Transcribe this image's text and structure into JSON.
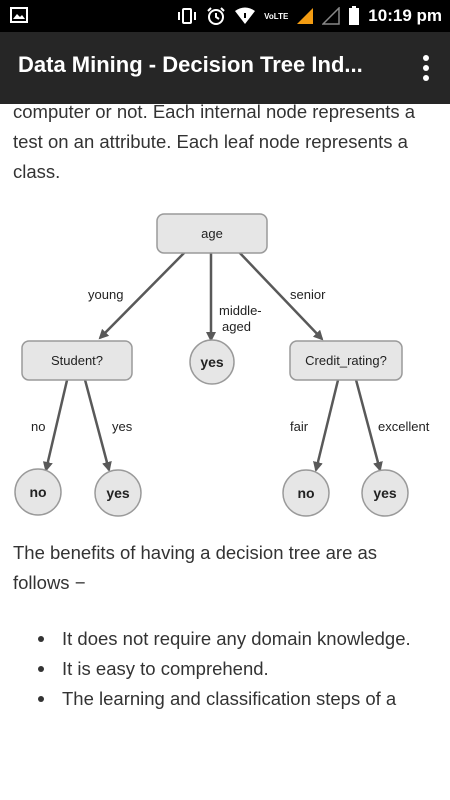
{
  "status": {
    "network": "VoLTE",
    "time": "10:19 pm"
  },
  "app_bar": {
    "title": "Data Mining - Decision Tree Ind..."
  },
  "content": {
    "intro_text": "computer or not. Each internal node represents a test on an attribute. Each leaf node represents a class.",
    "benefits_intro": "The benefits of having a decision tree are as follows −",
    "bullets": [
      "It does not require any domain knowledge.",
      "It is easy to comprehend.",
      "The learning and classification steps of a"
    ]
  },
  "tree": {
    "root": "age",
    "edges": {
      "young": "young",
      "middle_1": "middle-",
      "middle_2": "aged",
      "senior": "senior",
      "s_no": "no",
      "s_yes": "yes",
      "fair": "fair",
      "excellent": "excellent"
    },
    "nodes": {
      "student": "Student?",
      "middle_leaf": "yes",
      "credit": "Credit_rating?",
      "leaf_no_1": "no",
      "leaf_yes_1": "yes",
      "leaf_no_2": "no",
      "leaf_yes_2": "yes"
    }
  }
}
